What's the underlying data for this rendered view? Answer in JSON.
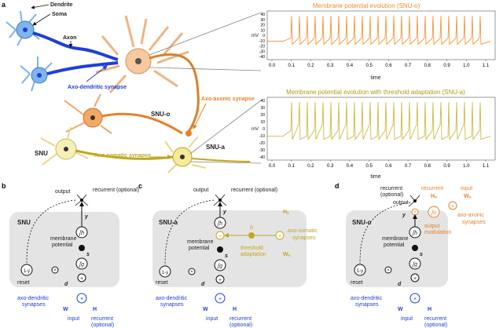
{
  "panels": {
    "a": "a",
    "b": "b",
    "c": "c",
    "d": "d"
  },
  "neuron": {
    "dendrite": "Dendrite",
    "soma": "Soma",
    "axon": "Axon",
    "axo_dendritic": "Axo-dendritic synapse",
    "snu_o": "SNU-o",
    "axo_axonic": "Axo-axonic synapse",
    "snu": "SNU",
    "axo_somatic": "Axo-somatic synapse",
    "snu_a": "SNU-a"
  },
  "plot_top": {
    "title": "Membrane potential evolution (SNU-o)",
    "ylabel": "mV",
    "yticks": [
      "40",
      "30",
      "20",
      "10",
      "0",
      "-10",
      "-20",
      "-30",
      "-40"
    ],
    "xticks": [
      "0.0",
      "0.1",
      "0.2",
      "0.3",
      "0.4",
      "0.5",
      "0.6",
      "0.7",
      "0.8",
      "0.9",
      "1.0",
      "1.1"
    ],
    "xlabel": "time",
    "color": "#f28c28"
  },
  "plot_bottom": {
    "title": "Membrane potential evolution with threshold adaptation (SNU-a)",
    "ylabel": "mV",
    "yticks": [
      "40",
      "30",
      "20",
      "10",
      "0",
      "-10",
      "-20",
      "-30",
      "-40"
    ],
    "xticks": [
      "0.0",
      "0.1",
      "0.2",
      "0.3",
      "0.4",
      "0.5",
      "0.6",
      "0.7",
      "0.8",
      "0.9",
      "1.0",
      "1.1"
    ],
    "xlabel": "time",
    "color": "#c8b432"
  },
  "diag_b": {
    "output": "output",
    "recurrent": "recurrent (optional)",
    "box": "SNU",
    "y": "y",
    "h": "ʃh",
    "mp1": "membrane",
    "mp2": "potential",
    "s": "s",
    "g": "ʃg",
    "d": "d",
    "oney": "1-y",
    "reset": "reset",
    "syn1": "axo-dendritic",
    "syn2": "synapses",
    "W": "W",
    "input": "input",
    "H": "H",
    "rec_in": "recurrent",
    "opt": "(optional)"
  },
  "diag_c": {
    "output": "output",
    "recurrent": "recurrent (optional)",
    "box": "SNU-a",
    "y": "y",
    "h": "ʃh",
    "mp1": "membrane",
    "mp2": "potential",
    "s": "s",
    "g": "ʃg",
    "d": "d",
    "oney": "1-y",
    "reset": "reset",
    "b": "b",
    "ha": "Hₐ",
    "axo1": "axo-somatic",
    "axo2": "synapses",
    "wa": "Wₐ",
    "th1": "threshold",
    "th2": "adaptation",
    "syn1": "axo-dendritic",
    "syn2": "synapses",
    "W": "W",
    "input": "input",
    "H": "H",
    "rec_in": "recurrent",
    "opt": "(optional)"
  },
  "diag_d": {
    "recurrent_top": "recurrent",
    "opt_top": "(optional)",
    "output": "output",
    "box": "SNU-o",
    "y": "y",
    "h": "ʃh",
    "mp1": "membrane",
    "mp2": "potential",
    "s": "s",
    "g": "ʃg",
    "d": "d",
    "oney": "1-y",
    "reset": "reset",
    "fo": "ʃo",
    "om1": "output",
    "om2": "modulation",
    "rec_o": "recurrent",
    "ho": "Hₒ",
    "in_o": "input",
    "wo": "Wₒ",
    "axo1": "axo-axonic",
    "axo2": "synapses",
    "syn1": "axo-dendritic",
    "syn2": "synapses",
    "W": "W",
    "input": "input",
    "H": "H",
    "rec_in": "recurrent",
    "opt": "(optional)"
  },
  "colors": {
    "blue": "#1f3fd8",
    "orange": "#e8812a",
    "olive": "#c2a81f",
    "box": "#e4e4e4",
    "peach": "#f6c9a0",
    "yellow": "#f4ea9a"
  }
}
